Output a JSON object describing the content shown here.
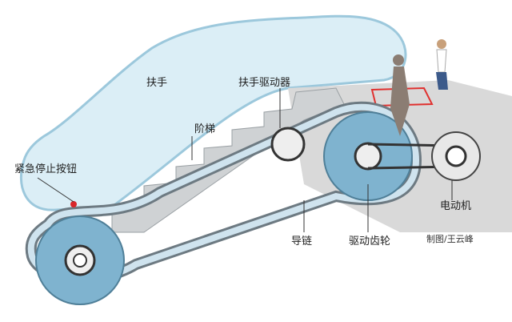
{
  "labels": {
    "handrail": "扶手",
    "handrail_drive": "扶手驱动器",
    "steps": "阶梯",
    "emergency_stop": "紧急停止按钮",
    "guide_chain": "导链",
    "drive_gear": "驱动齿轮",
    "motor": "电动机"
  },
  "credit": "制图/王云峰",
  "colors": {
    "handrail_fill": "#dbeef6",
    "handrail_stroke": "#9cc8dc",
    "gear": "#7fb3cf",
    "platform": "#d9d9d9",
    "step": "#cfd2d4",
    "emergency": "#d9262a",
    "marker": "#e0312f"
  }
}
